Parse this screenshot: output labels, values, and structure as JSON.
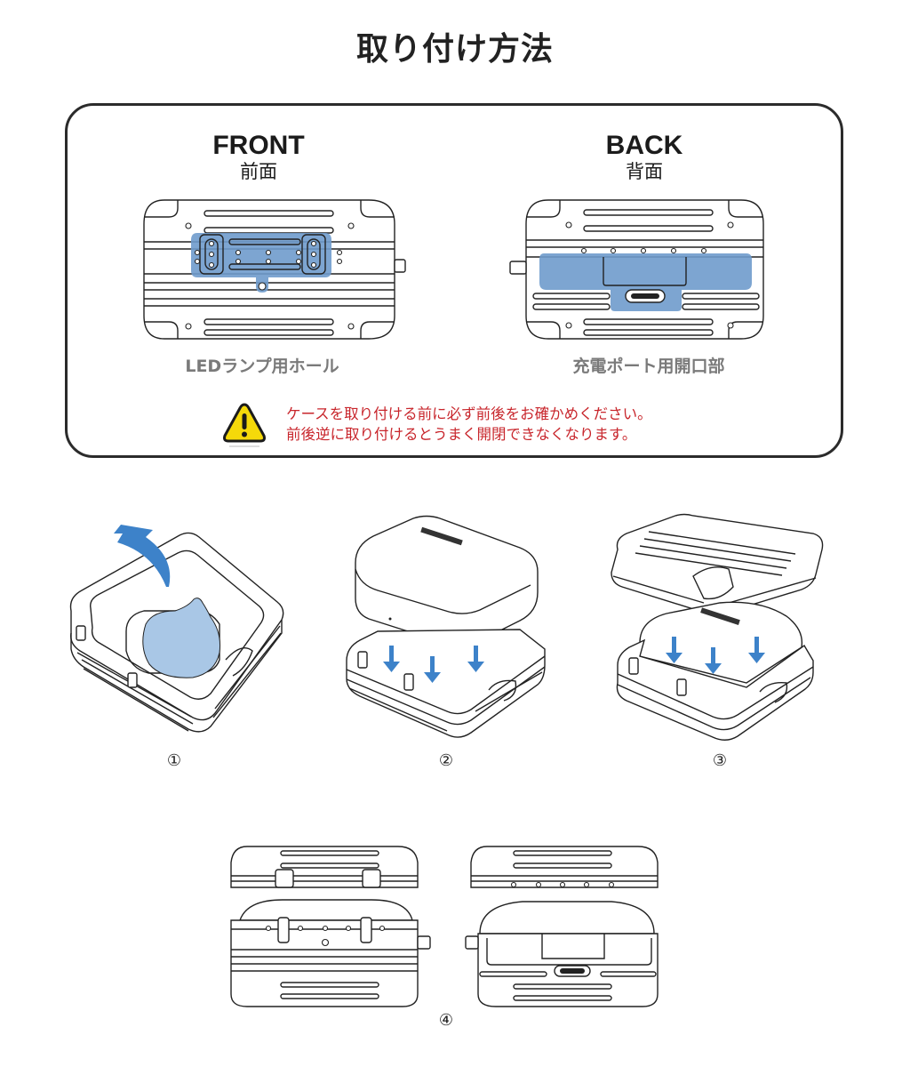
{
  "title": "取り付け方法",
  "front": {
    "label_en": "FRONT",
    "label_jp": "前面",
    "caption": "LEDランプ用ホール",
    "icon": "case-front-diagram"
  },
  "back": {
    "label_en": "BACK",
    "label_jp": "背面",
    "caption": "充電ポート用開口部",
    "icon": "case-back-diagram"
  },
  "warning": {
    "icon": "warning-triangle-icon",
    "lines": [
      "ケースを取り付ける前に必ず前後をお確かめください。",
      "前後逆に取り付けるとうまく開閉できなくなります。"
    ]
  },
  "steps": [
    {
      "number": "①",
      "illustration": "remove-sticker"
    },
    {
      "number": "②",
      "illustration": "insert-earbuds-case"
    },
    {
      "number": "③",
      "illustration": "attach-lid"
    },
    {
      "number": "④",
      "illustration": "assembled-front-and-back"
    }
  ],
  "colors": {
    "highlight_blue": "#6f9bcc",
    "arrow_blue": "#3d82c9",
    "sticker_blue": "#a9c7e6",
    "warning_red": "#c8262c",
    "warning_yellow": "#f5d90a",
    "caption_gray": "#7a7a7a"
  }
}
